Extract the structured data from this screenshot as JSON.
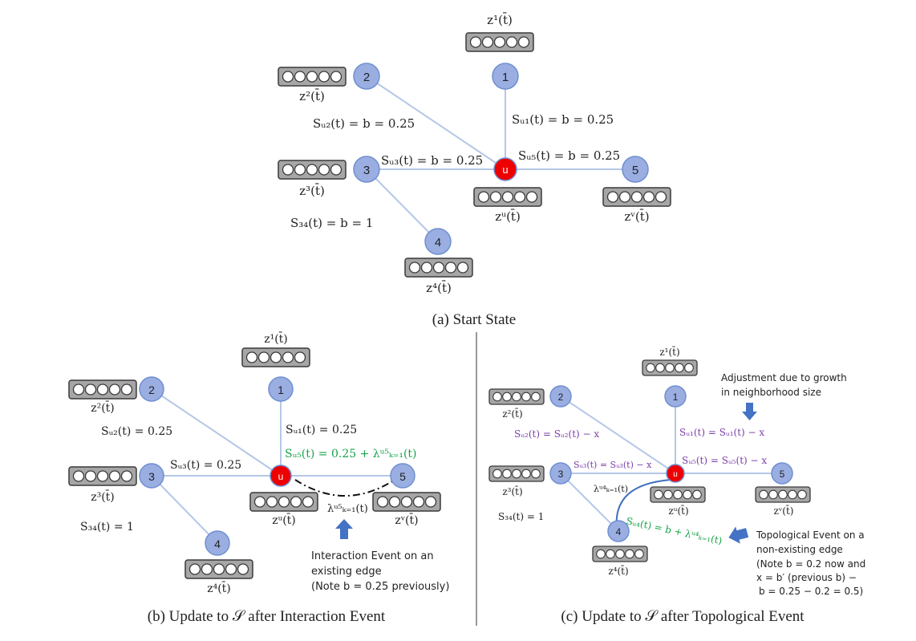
{
  "colors": {
    "node_fill": "#9aaee2",
    "node_stroke": "#6f8fd0",
    "u_fill": "#ee0000",
    "edge": "#b4c7e7",
    "green": "#16a34a",
    "purple": "#7b3fa8",
    "arrow": "#4472c4"
  },
  "node_labels": {
    "n1": "1",
    "n2": "2",
    "n3": "3",
    "n4": "4",
    "n5": "5",
    "u": "u"
  },
  "panel_a": {
    "caption": "(a) Start State",
    "z1": "z¹(t̄)",
    "z2": "z²(t̄)",
    "z3": "z³(t̄)",
    "z4": "z⁴(t̄)",
    "zu": "zᵘ(t̄)",
    "zv": "zᵛ(t̄)",
    "s_u1": "Sᵤ₁(t) = b = 0.25",
    "s_u2": "Sᵤ₂(t) = b = 0.25",
    "s_u3": "Sᵤ₃(t) = b = 0.25",
    "s_u5": "Sᵤ₅(t) = b = 0.25",
    "s_34": "S₃₄(t) = b = 1"
  },
  "panel_b": {
    "caption": "(b) Update to 𝒮 after Interaction Event",
    "z1": "z¹(t̄)",
    "z2": "z²(t̄)",
    "z3": "z³(t̄)",
    "z4": "z⁴(t̄)",
    "zu": "zᵘ(t̄)",
    "zv": "zᵛ(t̄)",
    "s_u1": "Sᵤ₁(t) = 0.25",
    "s_u2": "Sᵤ₂(t) = 0.25",
    "s_u3": "Sᵤ₃(t) = 0.25",
    "s_u5": "Sᵤ₅(t) = 0.25 + λᵘ⁵ₖ₌₁(t)",
    "s_34": "S₃₄(t) = 1",
    "lambda": "λᵘ⁵ₖ₌₁(t)",
    "event_line1": "Interaction Event on an",
    "event_line2": "existing edge",
    "event_line3": "(Note b = 0.25 previously)"
  },
  "panel_c": {
    "caption": "(c) Update to 𝒮 after Topological Event",
    "z1": "z¹(t̄)",
    "z2": "z²(t̄)",
    "z3": "z³(t̄)",
    "z4": "z⁴(t̄)",
    "zu": "zᵘ(t̄)",
    "zv": "zᵛ(t̄)",
    "s_u1": "Sᵤ₁(t) = Sᵤ₁(t) − x",
    "s_u2": "Sᵤ₂(t) = Sᵤ₂(t) − x",
    "s_u3": "Sᵤ₃(t) = Sᵤ₃(t) − x",
    "s_u5": "Sᵤ₅(t) = Sᵤ₅(t) − x",
    "s_u4": "Sᵤ₄(t) = b + λᵘ⁴ₖ₌₁(t)",
    "s_34": "S₃₄(t) = 1",
    "lambda": "λᵘ⁴ₖ₌₁(t)",
    "adjust_line1": "Adjustment due to growth",
    "adjust_line2": "in neighborhood size",
    "topo_line1": "Topological Event on a",
    "topo_line2": "non-existing edge",
    "topo_line3": "(Note b = 0.2 now and",
    "topo_line4": "x = b′ (previous b) −",
    "topo_line5": "b = 0.25 − 0.2 = 0.5)"
  }
}
